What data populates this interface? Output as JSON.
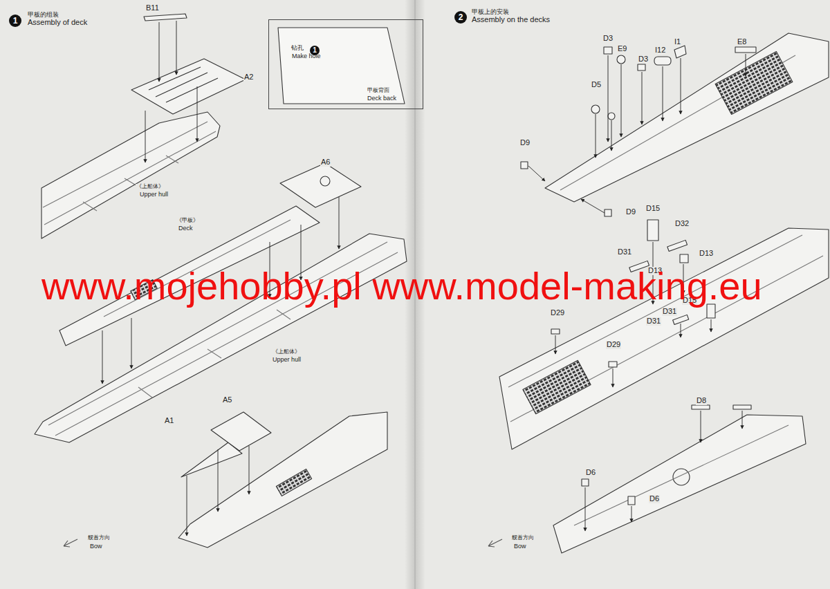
{
  "diagram": {
    "nodes": [
      {
        "text": [
          "1",
          "甲板的组装",
          "Assembly of deck"
        ]
      },
      {
        "text": [
          "2",
          "甲板上的安装",
          "Assembly on the decks"
        ]
      },
      {
        "text": [
          "钻孔",
          "Make hole",
          "甲板背面",
          "Deck back"
        ]
      },
      {
        "text": [
          "1"
        ],
        "in": 2
      }
    ],
    "labels": [
      "B11",
      "A2",
      "《上船体》",
      "Upper hull",
      "A6",
      "《甲板》",
      "Deck",
      "《上船体》",
      "Upper hull",
      "A5",
      "A1",
      "舰首方向",
      "Bow",
      "D3",
      "E9",
      "D3",
      "I12",
      "I1",
      "E8",
      "D5",
      "D9",
      "D9",
      "D15",
      "D32",
      "D31",
      "D13",
      "D13",
      "D15",
      "D31",
      "D31",
      "D29",
      "D29",
      "D8",
      "D6",
      "D6",
      "舰首方向",
      "Bow",
      "www.mojehobby.pl www.model-making.eu"
    ]
  }
}
